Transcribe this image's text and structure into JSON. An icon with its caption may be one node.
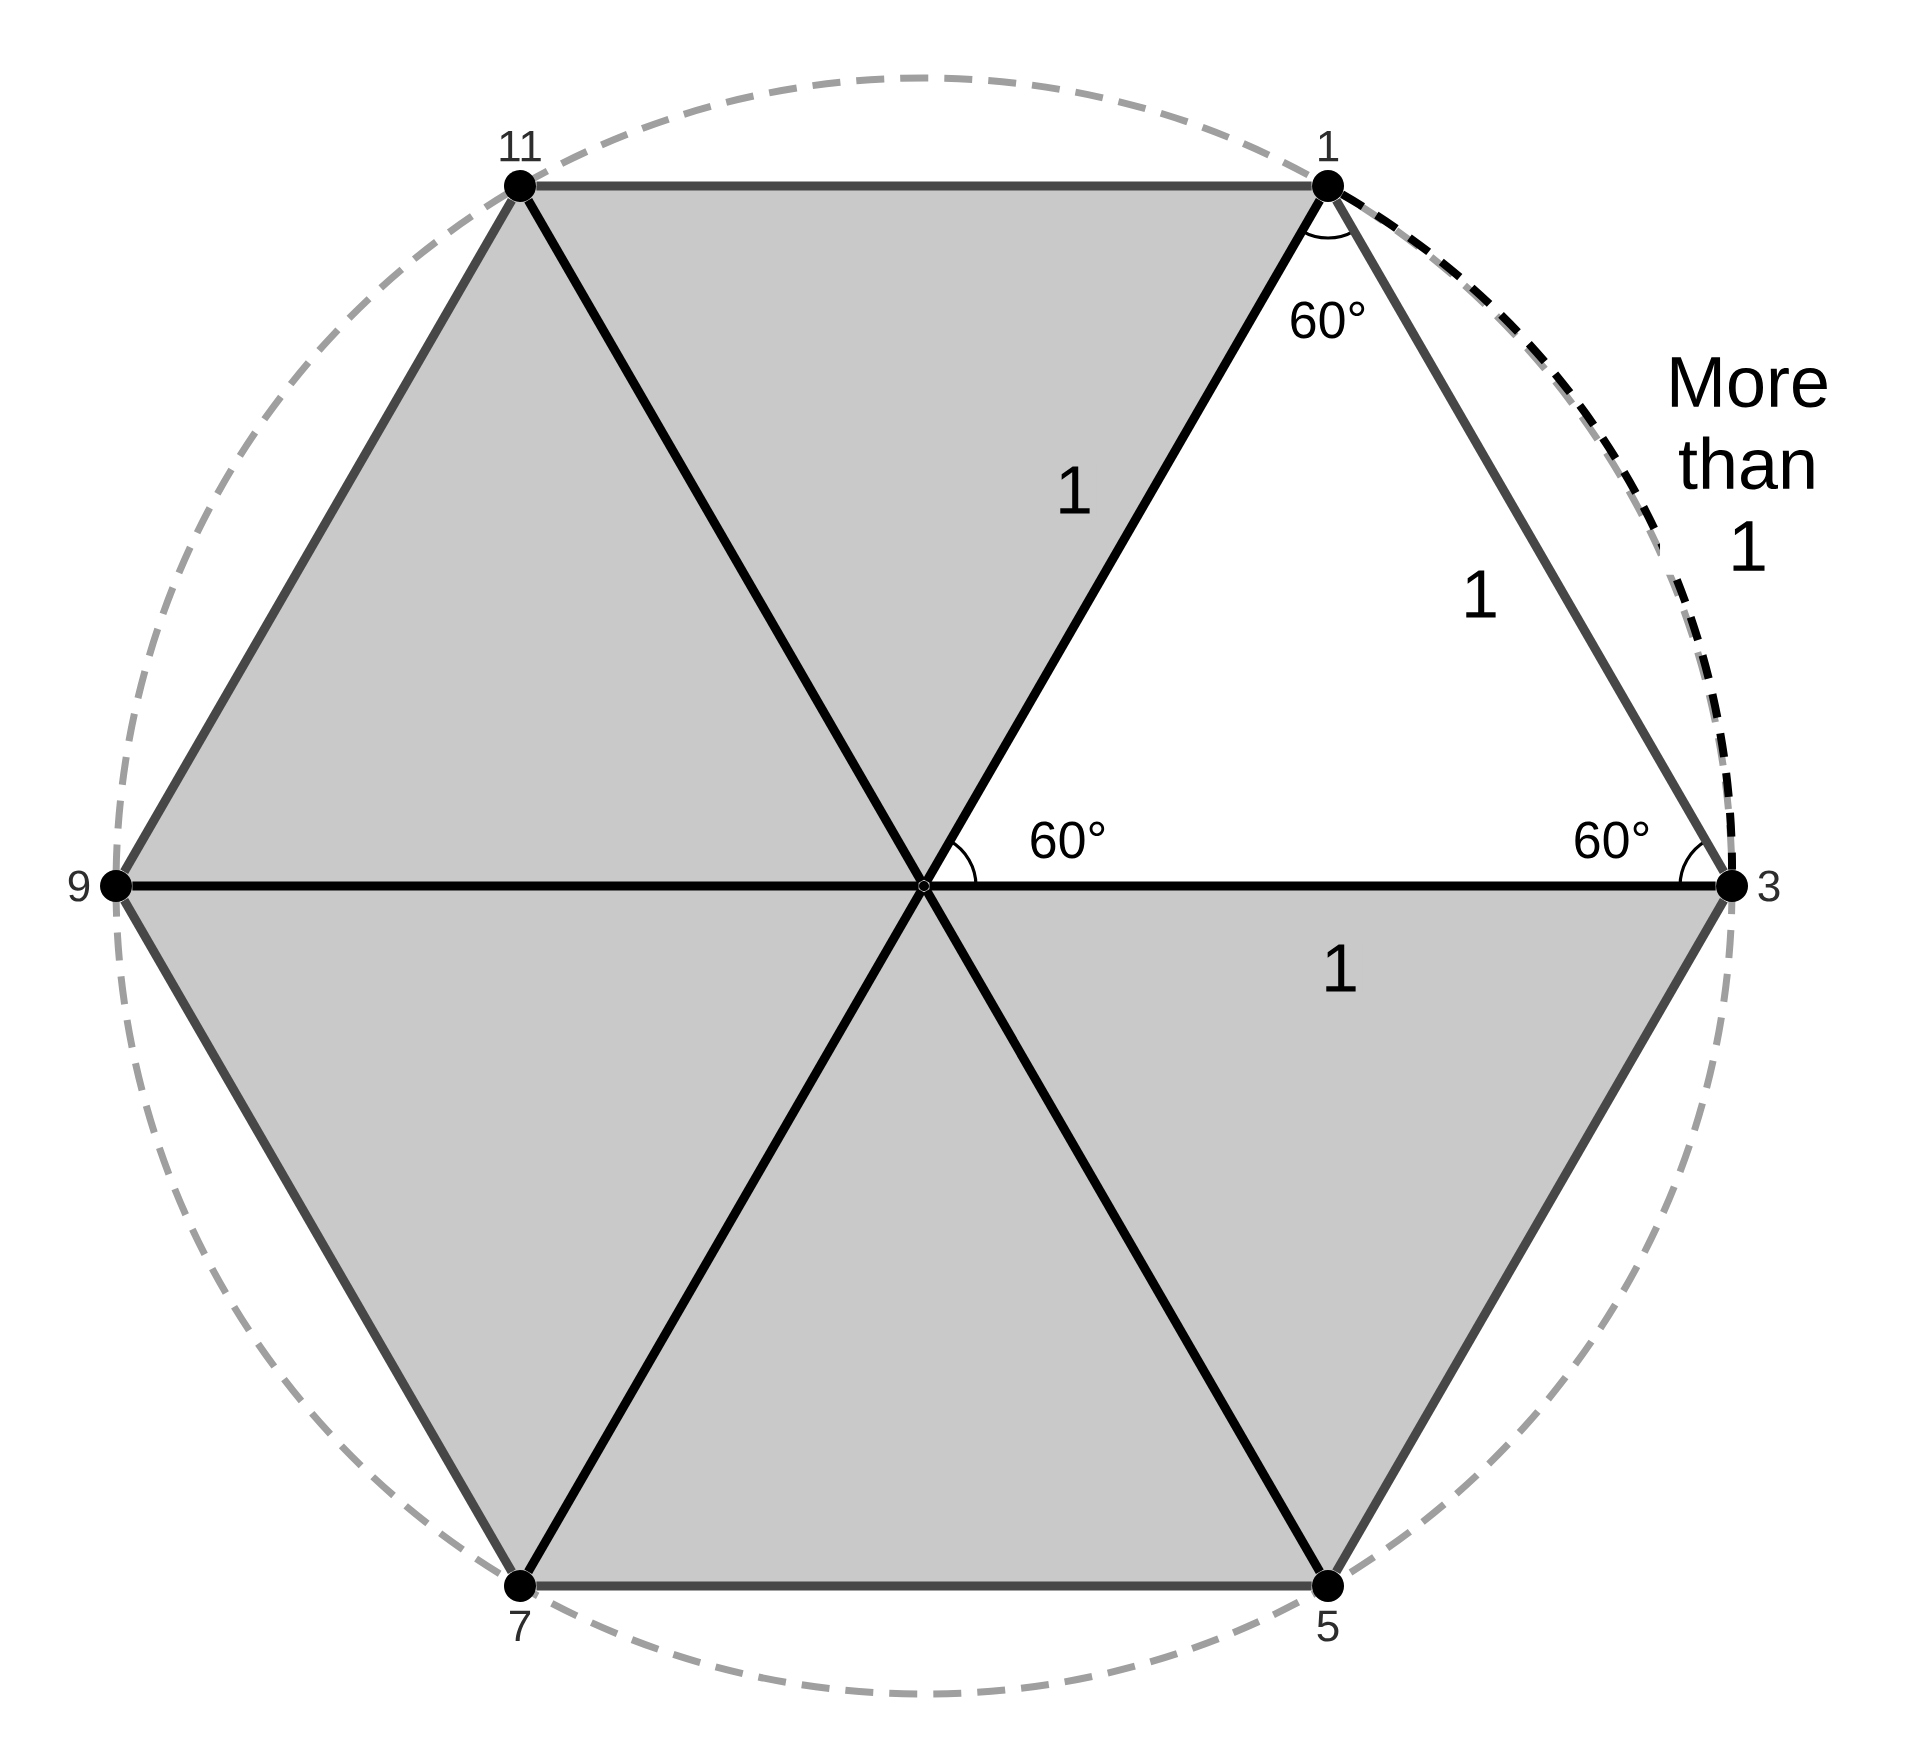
{
  "diagram": {
    "nodes": [
      {
        "text": [],
        "shape": "circle",
        "beside": [
          "11"
        ]
      },
      {
        "text": [],
        "shape": "circle",
        "beside": [
          "1"
        ]
      },
      {
        "text": [],
        "shape": "circle",
        "beside": [
          "9"
        ]
      },
      {
        "text": [],
        "shape": "circle"
      },
      {
        "text": [],
        "shape": "circle",
        "beside": [
          "3"
        ]
      },
      {
        "text": [],
        "shape": "circle",
        "beside": [
          "7"
        ]
      },
      {
        "text": [],
        "shape": "circle",
        "beside": [
          "5"
        ]
      }
    ],
    "edges": [
      {
        "from": 0,
        "to": 1,
        "arrow": "none",
        "color": "#474747"
      },
      {
        "from": 1,
        "to": 4,
        "arrow": "none",
        "label": "1",
        "color": "#474747"
      },
      {
        "from": 4,
        "to": 6,
        "arrow": "none",
        "color": "#474747"
      },
      {
        "from": 6,
        "to": 5,
        "arrow": "none",
        "color": "#474747"
      },
      {
        "from": 5,
        "to": 2,
        "arrow": "none",
        "color": "#474747"
      },
      {
        "from": 2,
        "to": 0,
        "arrow": "none",
        "color": "#474747"
      },
      {
        "from": 3,
        "to": 0,
        "arrow": "none"
      },
      {
        "from": 3,
        "to": 1,
        "arrow": "none",
        "label": "1"
      },
      {
        "from": 3,
        "to": 4,
        "arrow": "none",
        "label": "1"
      },
      {
        "from": 3,
        "to": 6,
        "arrow": "none"
      },
      {
        "from": 3,
        "to": 5,
        "arrow": "none"
      },
      {
        "from": 3,
        "to": 2,
        "arrow": "none"
      },
      {
        "from": 1,
        "to": 4,
        "arrow": "none",
        "style": "dashed",
        "label": "More than 1"
      }
    ],
    "labels": [
      "60°",
      "60°",
      "60°"
    ]
  }
}
